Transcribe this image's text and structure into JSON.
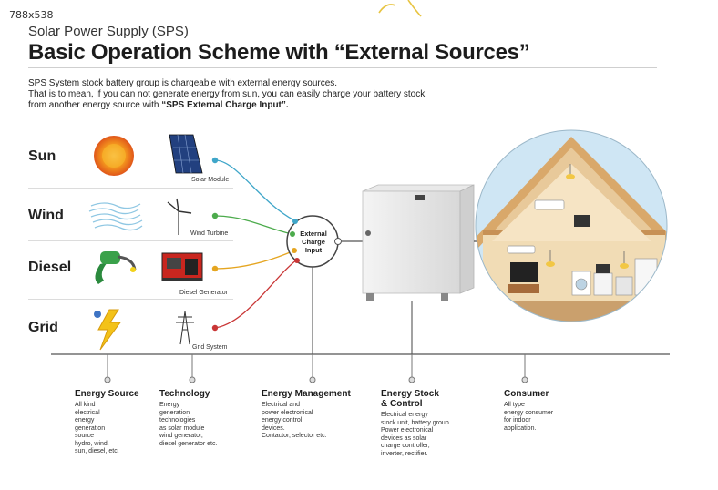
{
  "corner_tag": "788x538",
  "header": {
    "subtitle": "Solar Power Supply (SPS)",
    "title": "Basic Operation Scheme with “External Sources”"
  },
  "intro": {
    "line1": "SPS System stock battery group is chargeable with external energy sources.",
    "line2": "That is to mean, if you can not generate energy from sun, you can easily charge your battery stock",
    "line3_prefix": "from another energy source with ",
    "line3_bold": "“SPS External Charge Input”."
  },
  "sources": [
    {
      "label": "Sun",
      "tech": "Solar Module",
      "color": "#3fa6c9"
    },
    {
      "label": "Wind",
      "tech": "Wind Turbine",
      "color": "#4cab4c"
    },
    {
      "label": "Diesel",
      "tech": "Diesel Generator",
      "color": "#e5a520"
    },
    {
      "label": "Grid",
      "tech": "Grid System",
      "color": "#c93636"
    }
  ],
  "hub": {
    "line1": "External",
    "line2": "Charge",
    "line3": "Input"
  },
  "categories": [
    {
      "title": "Energy Source",
      "lines": [
        "All kind",
        "electrical",
        "energy",
        "generation",
        "source",
        "hydro, wind,",
        "sun, diesel, etc."
      ]
    },
    {
      "title": "Technology",
      "lines": [
        "Energy",
        "generation",
        "technologies",
        "as solar module",
        "wind generator,",
        "diesel generator etc."
      ]
    },
    {
      "title": "Energy Management",
      "lines": [
        "Electrical and",
        "power electronical",
        "energy control",
        "devices.",
        "Contactor, selector etc."
      ]
    },
    {
      "title_line1": "Energy Stock",
      "title_line2": "& Control",
      "lines": [
        "Electrical energy",
        "stock unit, battery group.",
        "Power electronical",
        "devices as solar",
        "charge controller,",
        "inverter, rectifier."
      ]
    },
    {
      "title": "Consumer",
      "lines": [
        "All type",
        "energy consumer",
        "for indoor",
        "application."
      ]
    }
  ],
  "colors": {
    "accent_line": "#555555",
    "house_wall": "#e8c99a",
    "house_roof": "#d9a86a",
    "sky": "#cfe6f4"
  }
}
